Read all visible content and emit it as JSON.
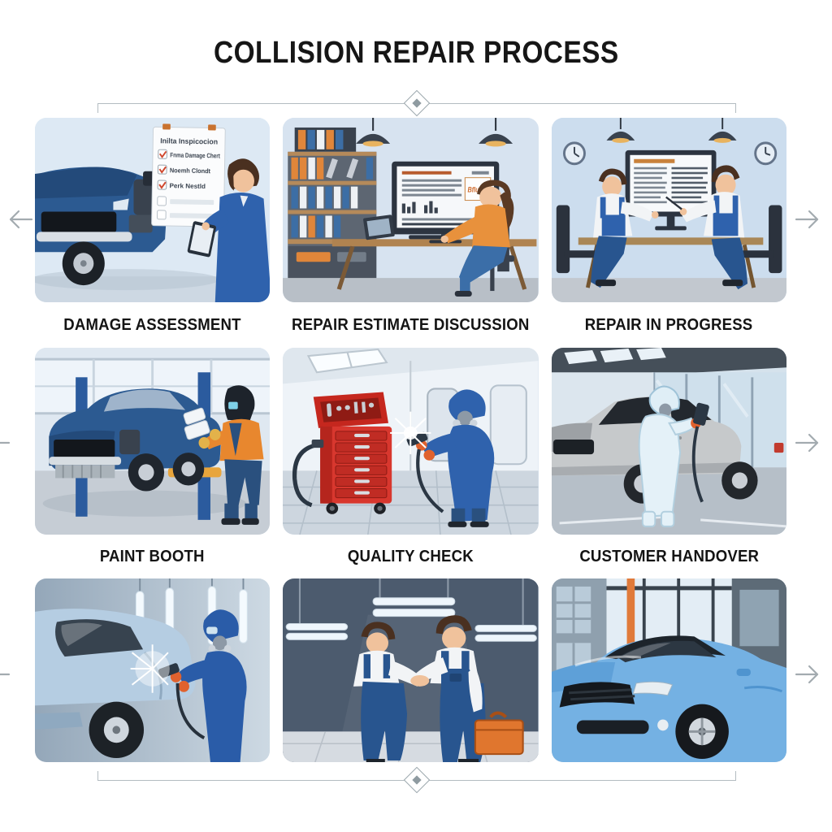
{
  "title": "COLLISION REPAIR PROCESS",
  "captions": [
    "DAMAGE ASSESSMENT",
    "REPAIR ESTIMATE DISCUSSION",
    "REPAIR IN PROGRESS",
    "PAINT BOOTH",
    "QUALITY CHECK",
    "CUSTOMER HANDOVER"
  ],
  "panels": [
    {
      "scene": "damage-assessment"
    },
    {
      "scene": "repair-estimate-discussion"
    },
    {
      "scene": "repair-in-progress"
    },
    {
      "scene": "vehicle-on-lift-welding"
    },
    {
      "scene": "paint-booth-tool-cart"
    },
    {
      "scene": "quality-check-inspection"
    },
    {
      "scene": "spray-painting"
    },
    {
      "scene": "handshake-handover"
    },
    {
      "scene": "finished-car-delivery"
    }
  ],
  "checklist": {
    "heading": "Inilta Inspicocion",
    "items": [
      "Fnma Damage Chert",
      "Noemh Clondt",
      "Perk Nestld"
    ]
  },
  "estimate_screen": {
    "scribble": "BfluTcr"
  },
  "icons": {
    "prev": "arrow-left-icon",
    "next": "arrow-right-icon",
    "ornament": "diamond-icon"
  },
  "colors": {
    "background": "#ffffff",
    "title_text": "#161616",
    "caption_text": "#141414",
    "divider": "#b3bcc1",
    "arrow": "#a3abb0",
    "panel_sky_blue": "#d8e4f0",
    "accent_orange": "#e0862e",
    "car_dark_blue": "#2c5a91",
    "car_light_blue": "#74b1e3",
    "car_silver": "#c6c9cb",
    "tool_cart_red": "#d8372e",
    "overalls_blue": "#28558f"
  }
}
